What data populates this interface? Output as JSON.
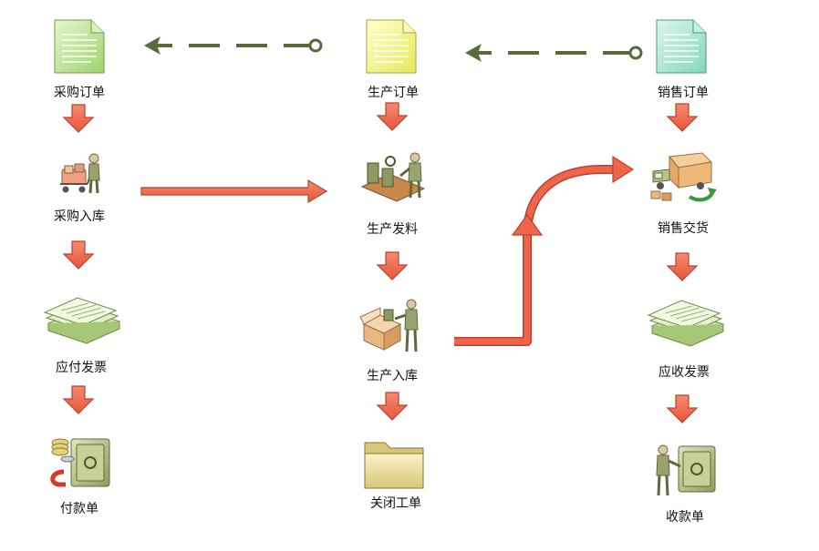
{
  "nodes": {
    "purchase_order": "采购订单",
    "purchase_receipt": "采购入库",
    "payable_invoice": "应付发票",
    "payment": "付款单",
    "production_order": "生产订单",
    "production_issue": "生产发料",
    "production_receipt": "生产入库",
    "close_work_order": "关闭工单",
    "sales_order": "销售订单",
    "sales_delivery": "销售交货",
    "receivable_invoice": "应收发票",
    "receipt": "收款单"
  },
  "colors": {
    "flow_arrow": "#f0654a",
    "flow_arrow_stroke": "#b8432f",
    "dashed_arrow": "#5a6b3a",
    "doc_green": "#b7de8f",
    "doc_yellow": "#f4f48a",
    "doc_teal": "#a8e3d0",
    "folder": "#eadc9c",
    "figure": "#9aa36f"
  },
  "icons": {
    "purchase_order": "document-green-icon",
    "purchase_receipt": "worker-cart-icon",
    "payable_invoice": "invoice-stack-icon",
    "payment": "safe-coins-icon",
    "production_order": "document-yellow-icon",
    "production_issue": "production-line-icon",
    "production_receipt": "worker-box-icon",
    "close_work_order": "folder-icon",
    "sales_order": "document-teal-icon",
    "sales_delivery": "delivery-truck-icon",
    "receivable_invoice": "invoice-stack-icon",
    "receipt": "worker-safe-icon"
  }
}
